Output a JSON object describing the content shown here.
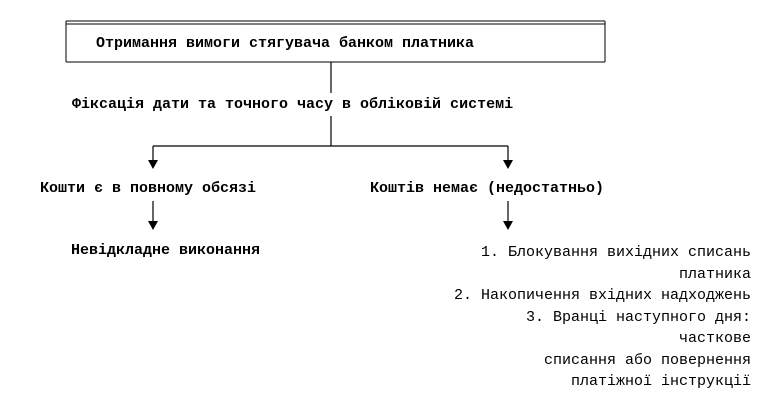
{
  "diagram": {
    "top_box": "Отримання вимоги стягувача банком платника",
    "fixation": "Фіксація дати та точного часу в обліковій системі",
    "left_branch": {
      "condition": "Кошти є в повному обсязі",
      "result": "Невідкладне виконання"
    },
    "right_branch": {
      "condition": "Коштів немає (недостатньо)",
      "steps": [
        "1. Блокування вихідних списань",
        "платника",
        "2. Накопичення вхідних надходжень",
        "3. Вранці наступного дня:",
        "часткове",
        "списання або повернення",
        "платіжної інструкції"
      ]
    }
  }
}
